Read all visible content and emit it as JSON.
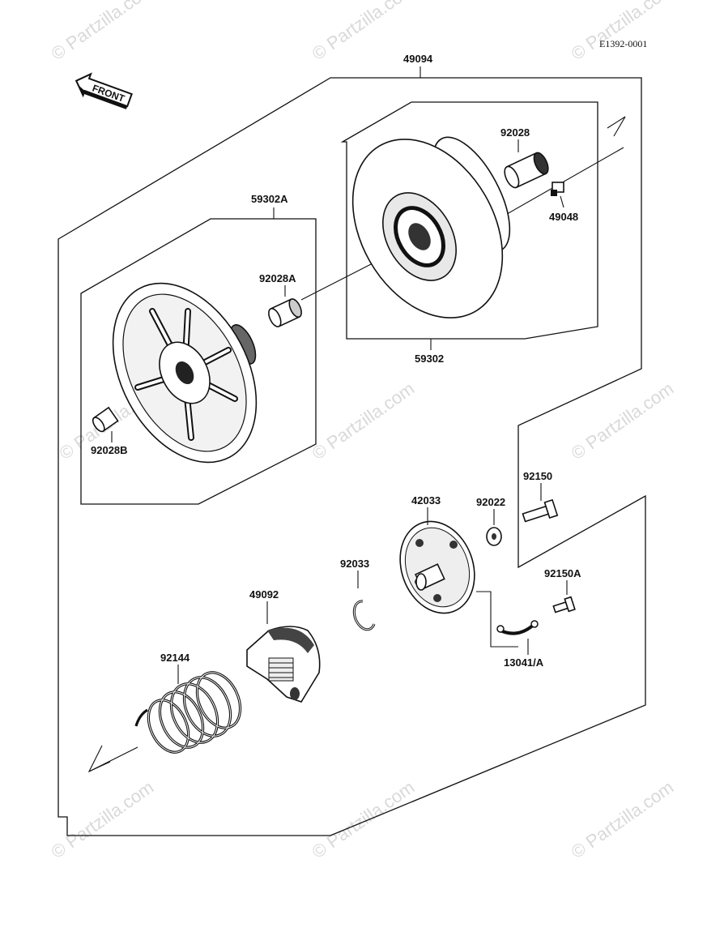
{
  "document_id": "E1392-0001",
  "front_label": "FRONT",
  "watermark_text": "© Partzilla.com",
  "parts": {
    "p49094": "49094",
    "p59302A": "59302A",
    "p92028": "92028",
    "p49048": "49048",
    "p92028A": "92028A",
    "p59302": "59302",
    "p92028B": "92028B",
    "p92150": "92150",
    "p42033": "42033",
    "p92022": "92022",
    "p92033": "92033",
    "p92150A": "92150A",
    "p49092": "49092",
    "p13041A": "13041/A",
    "p92144": "92144"
  }
}
